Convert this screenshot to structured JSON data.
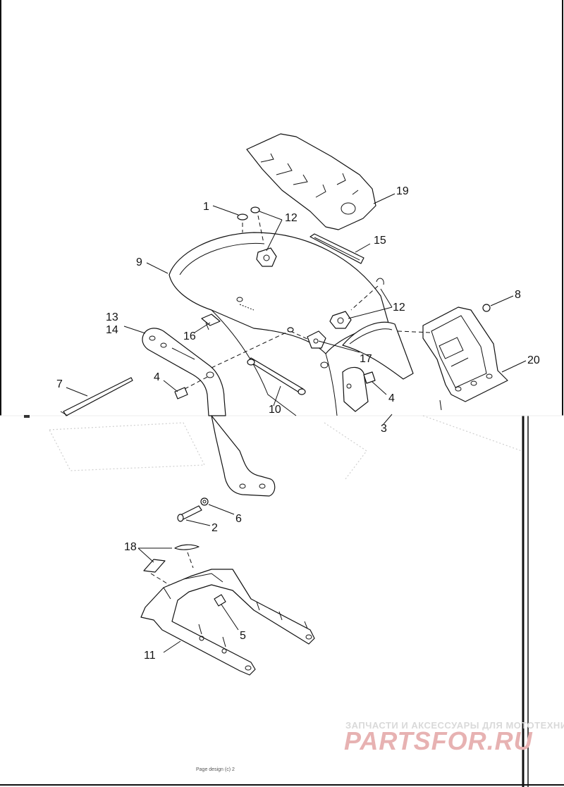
{
  "diagram": {
    "callouts": [
      {
        "id": "c1",
        "text": "1"
      },
      {
        "id": "c12a",
        "text": "12"
      },
      {
        "id": "c19",
        "text": "19"
      },
      {
        "id": "c15",
        "text": "15"
      },
      {
        "id": "c9",
        "text": "9"
      },
      {
        "id": "c12b",
        "text": "12"
      },
      {
        "id": "c8",
        "text": "8"
      },
      {
        "id": "c13",
        "text": "13"
      },
      {
        "id": "c14",
        "text": "14"
      },
      {
        "id": "c16",
        "text": "16"
      },
      {
        "id": "c17",
        "text": "17"
      },
      {
        "id": "c20",
        "text": "20"
      },
      {
        "id": "c4a",
        "text": "4"
      },
      {
        "id": "c7",
        "text": "7"
      },
      {
        "id": "c4b",
        "text": "4"
      },
      {
        "id": "c10",
        "text": "10"
      },
      {
        "id": "c3",
        "text": "3"
      },
      {
        "id": "c6",
        "text": "6"
      },
      {
        "id": "c2",
        "text": "2"
      },
      {
        "id": "c18",
        "text": "18"
      },
      {
        "id": "c5",
        "text": "5"
      },
      {
        "id": "c11",
        "text": "11"
      }
    ]
  },
  "watermark": {
    "tagline": "ЗАПЧАСТИ И АКСЕССУАРЫ ДЛЯ МОТОТЕХНИКИ",
    "brand": "PARTSFOR.RU"
  },
  "footer": {
    "text": "Page design (c) 2"
  }
}
